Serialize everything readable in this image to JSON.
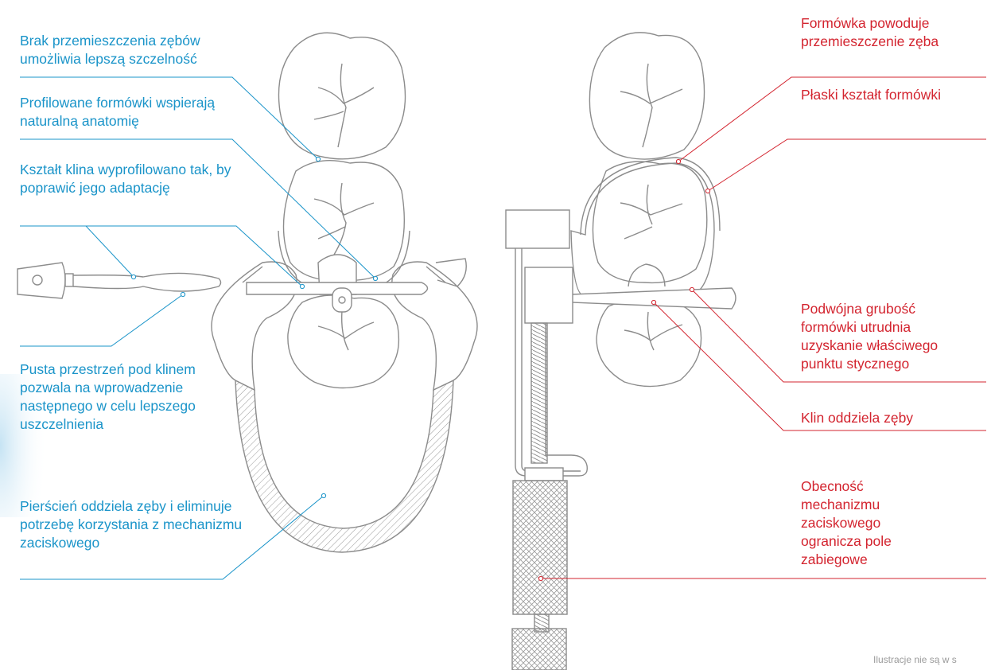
{
  "left_labels": [
    {
      "id": "brak",
      "text": "Brak przemieszczenia zębów umożliwia lepszą szczelność"
    },
    {
      "id": "profilowane",
      "text": "Profilowane formówki wspierają naturalną anatomię"
    },
    {
      "id": "ksztalt",
      "text": "Kształt klina wyprofilowano tak, by poprawić jego adaptację"
    },
    {
      "id": "pusta",
      "text": "Pusta przestrzeń pod klinem pozwala na wprowadzenie następnego w celu lepszego uszczelnienia"
    },
    {
      "id": "pierscien",
      "text": "Pierścień oddziela zęby i eliminuje potrzebę korzystania z mechanizmu zaciskowego"
    }
  ],
  "right_labels": [
    {
      "id": "formowka",
      "text": "Formówka powoduje przemieszczenie zęba"
    },
    {
      "id": "plaski",
      "text": "Płaski kształt formówki"
    },
    {
      "id": "podwojna",
      "text": "Podwójna grubość formówki utrudnia uzyskanie właściwego punktu stycznego"
    },
    {
      "id": "klin",
      "text": "Klin oddziela zęby"
    },
    {
      "id": "obecnosc",
      "text": "Obecność mechanizmu zaciskowego ogranicza pole zabiegowe"
    }
  ],
  "footnote": "Ilustracje nie są w s",
  "colors": {
    "blue": "#1a94c9",
    "red": "#d3242f",
    "drawing": "#8c8c8c"
  }
}
